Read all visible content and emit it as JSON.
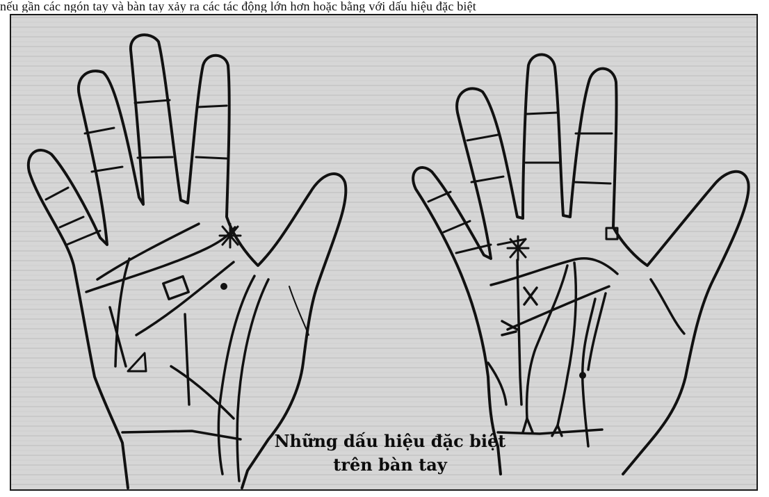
{
  "header": {
    "text": "nếu gần các ngón tay và bàn tay xảy ra các tác động lớn hơn hoặc bằng với dấu hiệu đặc biệt"
  },
  "figure": {
    "caption_line1": "Những dấu hiệu đặc biệt",
    "caption_line2": "trên bàn tay",
    "colors": {
      "background": "#d4d4d4",
      "ink": "#111111"
    }
  },
  "icons": [
    "left-hand-drawing",
    "right-hand-drawing",
    "star-mark-icon",
    "square-mark-icon",
    "triangle-mark-icon",
    "cross-mark-icon",
    "dot-mark-icon"
  ]
}
